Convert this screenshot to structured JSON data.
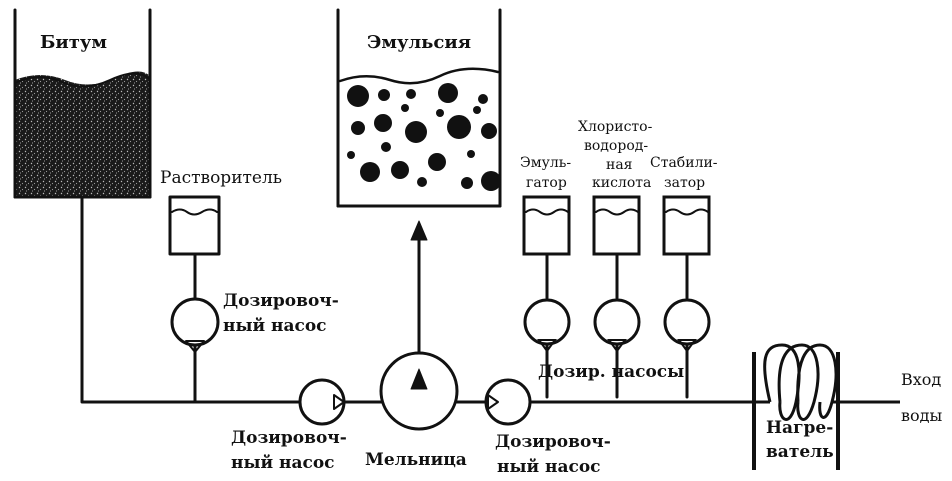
{
  "tanks": {
    "bitumen": "Битум",
    "emulsion": "Эмульсия"
  },
  "solvent": {
    "label": "Растворитель",
    "pump_label_line1": "Дозировоч-",
    "pump_label_line2": "ный насос"
  },
  "reagents": {
    "emulsifier_line1": "Эмуль-",
    "emulsifier_line2": "гатор",
    "acid_line1": "Хлористо-",
    "acid_line2": "водород-",
    "acid_line3": "ная",
    "acid_line4": "кислота",
    "stabilizer_line1": "Стабили-",
    "stabilizer_line2": "затор",
    "pumps_label": "Дозир. насосы"
  },
  "main_line": {
    "left_pump_line1": "Дозировоч-",
    "left_pump_line2": "ный насос",
    "mill": "Мельница",
    "right_pump_line1": "Дозировоч-",
    "right_pump_line2": "ный насос",
    "heater_line1": "Нагре-",
    "heater_line2": "ватель",
    "water_in_line1": "Вход",
    "water_in_line2": "воды"
  },
  "colors": {
    "ink": "#111111",
    "background": "#ffffff"
  }
}
